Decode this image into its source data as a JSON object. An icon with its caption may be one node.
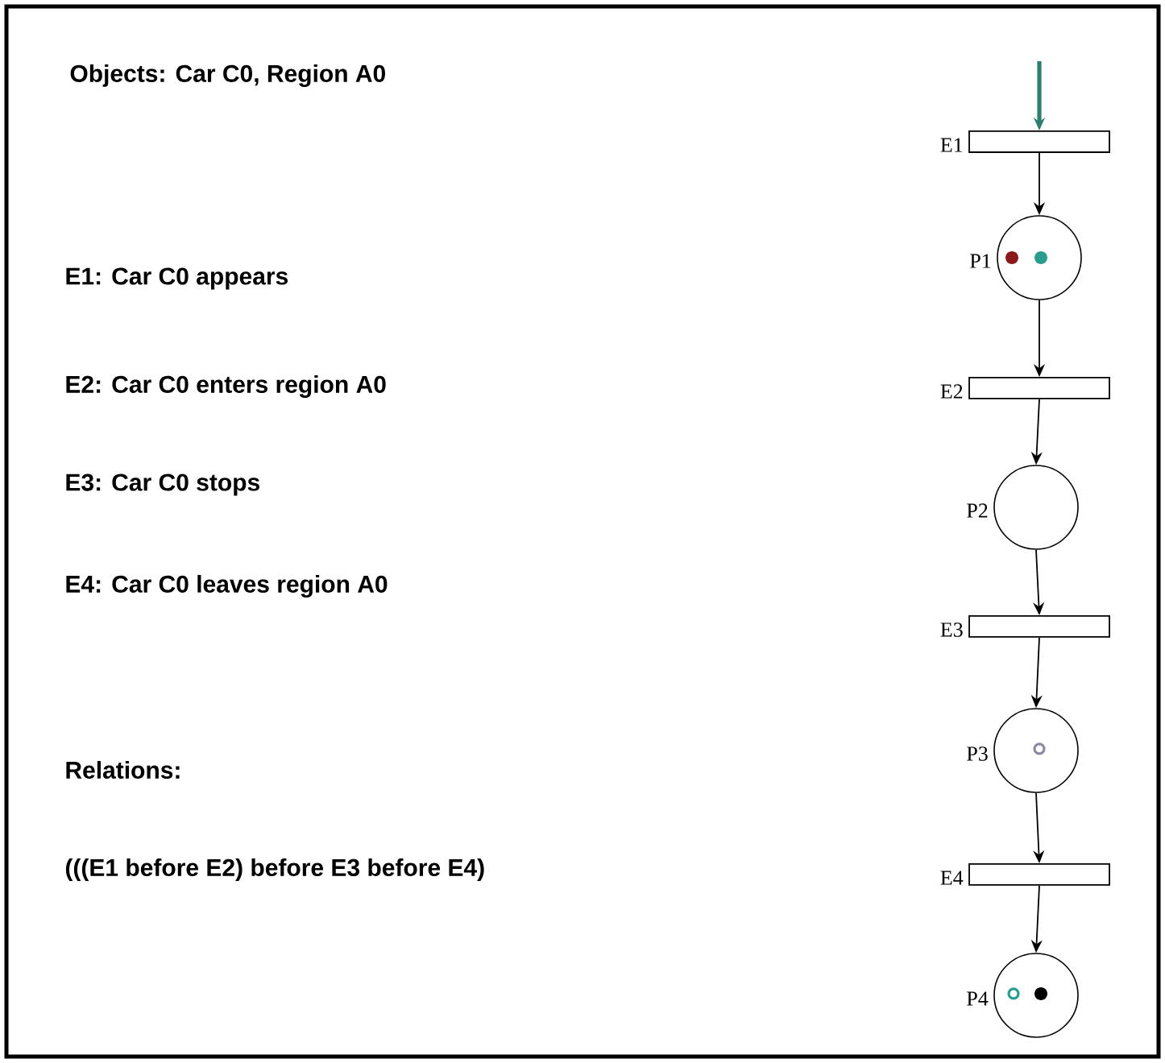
{
  "diagram": {
    "nodes": [
      {
        "text": [],
        "shape": "bar",
        "beside": [
          "E1"
        ]
      },
      {
        "text": [],
        "shape": "circle",
        "beside": [
          "P1"
        ]
      },
      {
        "text": [],
        "shape": "bar",
        "beside": [
          "E2"
        ]
      },
      {
        "text": [],
        "shape": "circle",
        "beside": [
          "P2"
        ]
      },
      {
        "text": [],
        "shape": "bar",
        "beside": [
          "E3"
        ]
      },
      {
        "text": [],
        "shape": "circle",
        "beside": [
          "P3"
        ]
      },
      {
        "text": [],
        "shape": "bar",
        "beside": [
          "E4"
        ]
      },
      {
        "text": [],
        "shape": "circle",
        "beside": [
          "P4"
        ]
      }
    ],
    "edges": [
      {
        "from": null,
        "to": 0,
        "arrow": "to",
        "style": "thick",
        "color": "#2e7d6e"
      },
      {
        "from": 0,
        "to": 1,
        "arrow": "to"
      },
      {
        "from": 1,
        "to": 2,
        "arrow": "to"
      },
      {
        "from": 2,
        "to": 3,
        "arrow": "to"
      },
      {
        "from": 3,
        "to": 4,
        "arrow": "to"
      },
      {
        "from": 4,
        "to": 5,
        "arrow": "to"
      },
      {
        "from": 5,
        "to": 6,
        "arrow": "to"
      },
      {
        "from": 6,
        "to": 7,
        "arrow": "to"
      }
    ],
    "labels": [
      "Objects: Car C0, Region A0",
      "E1: Car C0 appears",
      "E2: Car C0 enters region A0",
      "E3: Car C0 stops",
      "E4: Car C0 leaves region A0",
      "Relations:",
      "(((E1 before E2) before E3 before E4)"
    ]
  }
}
